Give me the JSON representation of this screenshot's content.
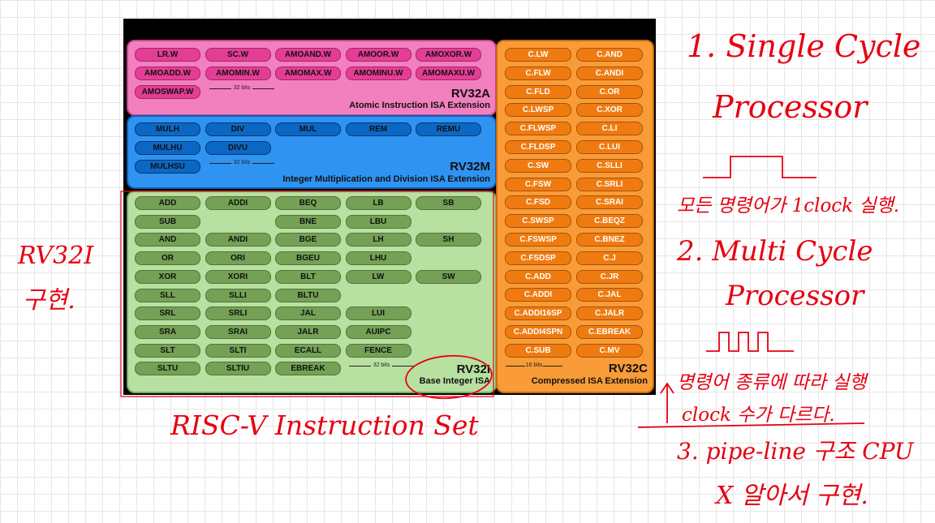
{
  "isa": {
    "rv32a": {
      "name": "RV32A",
      "title": "Atomic Instruction ISA Extension",
      "bits": "32 bits",
      "instructions": [
        [
          "LR.W",
          "SC.W",
          "AMOAND.W",
          "AMOOR.W",
          "AMOXOR.W"
        ],
        [
          "AMOADD.W",
          "AMOMIN.W",
          "AMOMAX.W",
          "AMOMINU.W",
          "AMOMAXU.W"
        ],
        [
          "AMOSWAP.W"
        ]
      ]
    },
    "rv32m": {
      "name": "RV32M",
      "title": "Integer Multiplication and Division ISA Extension",
      "bits": "32 bits",
      "instructions": [
        [
          "MULH",
          "DIV",
          "MUL",
          "REM",
          "REMU"
        ],
        [
          "MULHU",
          "DIVU"
        ],
        [
          "MULHSU"
        ]
      ]
    },
    "rv32i": {
      "name": "RV32I",
      "title": "Base Integer ISA",
      "bits": "32 bits",
      "instructions": [
        [
          "ADD",
          "ADDI",
          "BEQ",
          "LB",
          "SB"
        ],
        [
          "SUB",
          "",
          "BNE",
          "LBU",
          ""
        ],
        [
          "AND",
          "ANDI",
          "BGE",
          "LH",
          "SH"
        ],
        [
          "OR",
          "ORI",
          "BGEU",
          "LHU",
          ""
        ],
        [
          "XOR",
          "XORI",
          "BLT",
          "LW",
          "SW"
        ],
        [
          "SLL",
          "SLLI",
          "BLTU",
          "",
          ""
        ],
        [
          "SRL",
          "SRLI",
          "JAL",
          "LUI",
          ""
        ],
        [
          "SRA",
          "SRAI",
          "JALR",
          "AUIPC",
          ""
        ],
        [
          "SLT",
          "SLTI",
          "ECALL",
          "FENCE",
          ""
        ],
        [
          "SLTU",
          "SLTIU",
          "EBREAK",
          "",
          ""
        ]
      ]
    },
    "rv32c": {
      "name": "RV32C",
      "title": "Compressed ISA Extension",
      "bits": "16 bits",
      "instructions": [
        [
          "C.LW",
          "C.AND"
        ],
        [
          "C.FLW",
          "C.ANDI"
        ],
        [
          "C.FLD",
          "C.OR"
        ],
        [
          "C.LWSP",
          "C.XOR"
        ],
        [
          "C.FLWSP",
          "C.LI"
        ],
        [
          "C.FLDSP",
          "C.LUI"
        ],
        [
          "C.SW",
          "C.SLLI"
        ],
        [
          "C.FSW",
          "C.SRLI"
        ],
        [
          "C.FSD",
          "C.SRAI"
        ],
        [
          "C.SWSP",
          "C.BEQZ"
        ],
        [
          "C.FSWSP",
          "C.BNEZ"
        ],
        [
          "C.FSDSP",
          "C.J"
        ],
        [
          "C.ADD",
          "C.JR"
        ],
        [
          "C.ADDI",
          "C.JAL"
        ],
        [
          "C.ADDI16SP",
          "C.JALR"
        ],
        [
          "C.ADDI4SPN",
          "C.EBREAK"
        ],
        [
          "C.SUB",
          "C.MV"
        ]
      ]
    }
  },
  "notes": {
    "left_1": "RV32I",
    "left_2": "구현.",
    "caption": "RISC-V Instruction Set",
    "n1_line1": "1. Single Cycle",
    "n1_line2": "Processor",
    "n1_desc": "모든 명령어가 1clock 실행.",
    "n2_line1": "2. Multi Cycle",
    "n2_line2": "Processor",
    "n2_desc1": "명령어 종류에 따라 실행",
    "n2_desc2": "clock 수가 다르다.",
    "n3_line1": "3. pipe-line 구조 CPU",
    "n3_line2": "X 알아서 구현."
  },
  "colors": {
    "ink": "#e60012",
    "rv32a": "#f27fbe",
    "rv32m": "#2f93f2",
    "rv32i": "#b8e0a0",
    "rv32c": "#f99b37"
  }
}
